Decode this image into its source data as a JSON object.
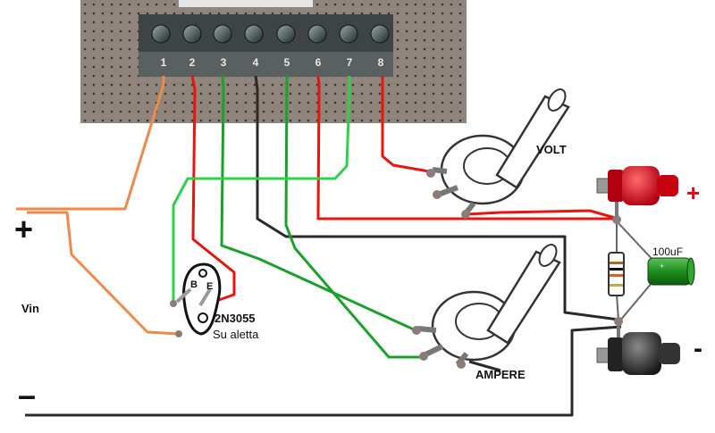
{
  "terminals": [
    "1",
    "2",
    "3",
    "4",
    "5",
    "6",
    "7",
    "8"
  ],
  "labels": {
    "volt": "VOLT",
    "ampere": "AMPERE",
    "capacitor": "100uF",
    "transistor": "2N3055",
    "transistor_note": "Su aletta",
    "vin": "Vin",
    "plus": "+",
    "minus": "–",
    "out_plus": "+",
    "out_minus": "-",
    "pin_b": "B",
    "pin_e": "E"
  },
  "colors": {
    "board": "#8f857c",
    "wire_orange": "#f08a4b",
    "wire_red": "#e8140e",
    "wire_green": "#1aa12b",
    "wire_lightgreen": "#2ed24a",
    "wire_black": "#2a2a2a",
    "terminal_red": "#d8111c",
    "capacitor": "#1e8e1e"
  }
}
